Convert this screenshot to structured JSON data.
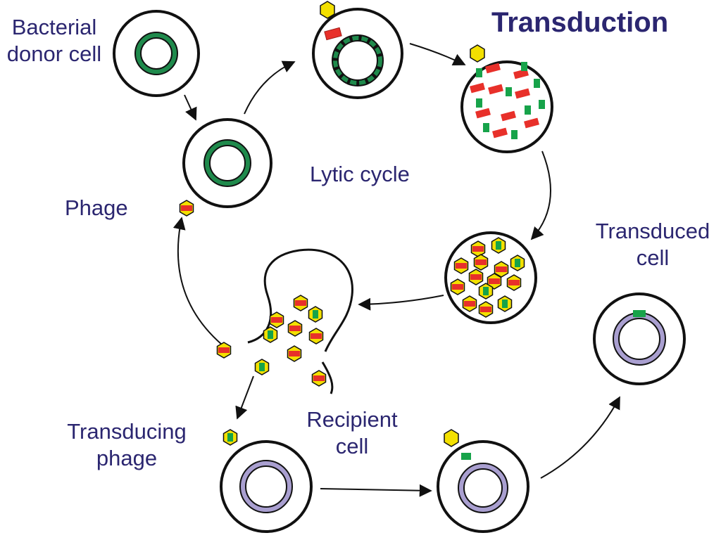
{
  "title": "Transduction",
  "labels": {
    "bacterial_donor_cell": "Bacterial\ndonor cell",
    "lytic_cycle": "Lytic cycle",
    "phage": "Phage",
    "transduced_cell": "Transduced\ncell",
    "transducing_phage": "Transducing\nphage",
    "recipient_cell": "Recipient\ncell"
  },
  "colors": {
    "text": "#2b2670",
    "outline": "#111111",
    "donor_dna": "#1f8a4c",
    "recipient_dna": "#a99fd0",
    "phage_capsid": "#f3e000",
    "phage_dna": "#e8302a",
    "donor_fragment": "#17a34a"
  }
}
